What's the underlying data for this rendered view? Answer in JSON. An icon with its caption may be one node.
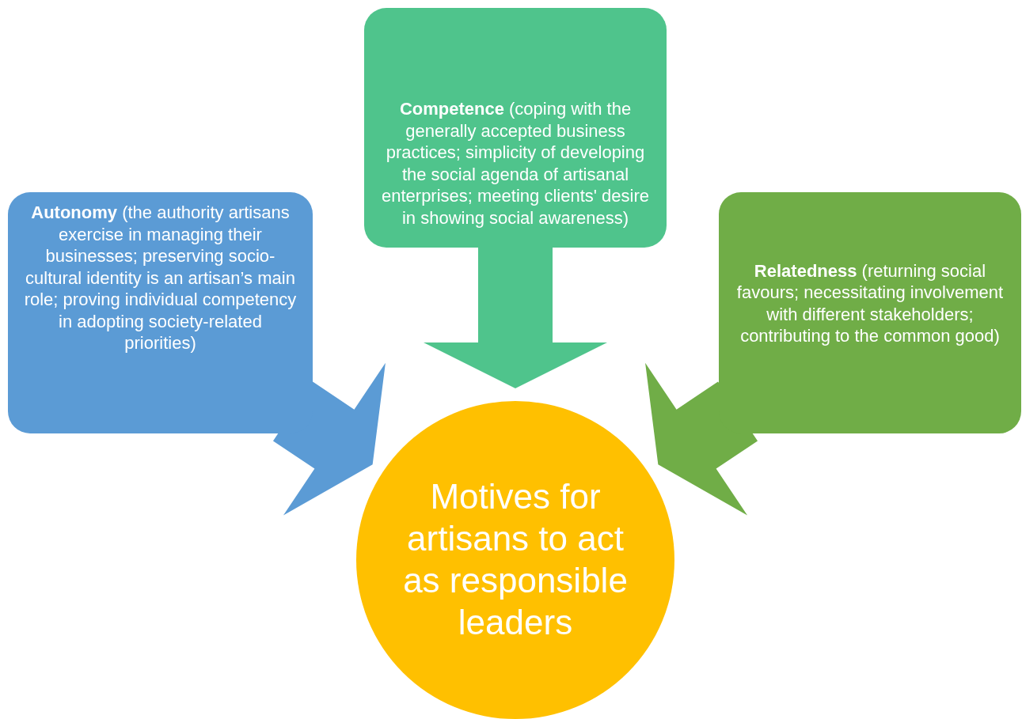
{
  "diagram": {
    "nodes": [
      {
        "text": [
          "**Competence** (coping with the generally accepted business practices; simplicity of developing the social agenda of artisanal enterprises; meeting clients' desire in showing social awareness)"
        ]
      },
      {
        "text": [
          "**Autonomy** (the authority artisans exercise in managing their businesses; preserving socio-cultural identity is an artisan’s main role; proving individual competency in adopting society-related priorities)"
        ]
      },
      {
        "text": [
          "**Relatedness** (returning social favours; necessitating involvement with different stakeholders; contributing to the common good)"
        ]
      },
      {
        "text": [
          "Motives for artisans to act as responsible leaders"
        ]
      }
    ],
    "edges": [
      {
        "from": 0,
        "to": 3,
        "arrow": "to",
        "color": "#4fc48c"
      },
      {
        "from": 1,
        "to": 3,
        "arrow": "to",
        "color": "#5b9bd5"
      },
      {
        "from": 2,
        "to": 3,
        "arrow": "to",
        "color": "#70ad47"
      }
    ]
  }
}
